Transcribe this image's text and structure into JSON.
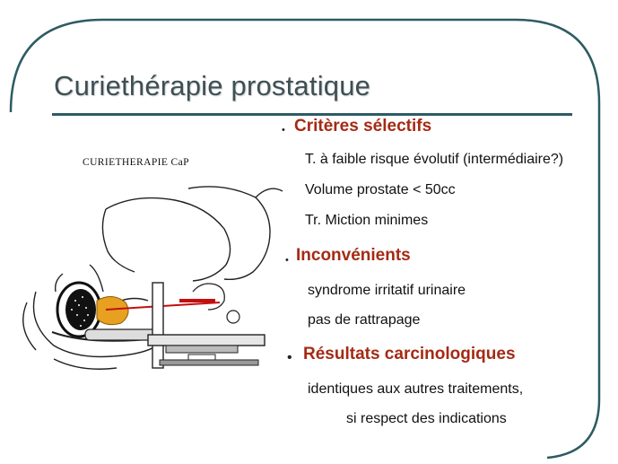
{
  "title": "Curiethérapie prostatique",
  "figure": {
    "caption": "CURIETHERAPIE   CaP"
  },
  "sections": [
    {
      "heading": "Critères sélectifs",
      "items": [
        "T. à faible risque évolutif (intermédiaire?)",
        "Volume prostate < 50cc",
        "Tr. Miction minimes"
      ]
    },
    {
      "heading": "Inconvénients",
      "items": [
        "syndrome irritatif urinaire",
        "pas de rattrapage"
      ]
    },
    {
      "heading": "Résultats carcinologiques",
      "items": [
        "identiques aux autres traitements,",
        "si  respect des indications"
      ]
    }
  ],
  "bullet_glyph": "•",
  "colors": {
    "title": "#3f4f54",
    "rule": "#2e5b63",
    "heading": "#a52a14",
    "frame": "#2e5b63"
  }
}
